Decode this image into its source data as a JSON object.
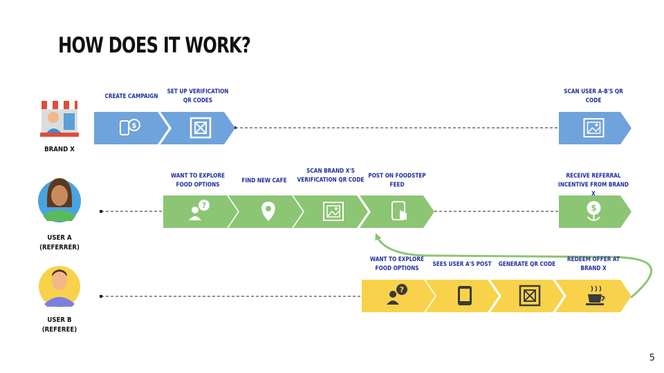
{
  "title": "HOW DOES IT WORK?",
  "page_number": "5",
  "colors": {
    "brand_blue": "#6fa3dc",
    "user_a_green": "#8cc574",
    "user_b_yellow": "#f8d24b",
    "label_blue": "#1f2f9c",
    "icon_white": "#ffffff",
    "icon_dark": "#3a3a3a"
  },
  "actors": {
    "brand": {
      "label": "BRAND X"
    },
    "user_a": {
      "line1": "USER A",
      "line2": "(REFERRER)"
    },
    "user_b": {
      "line1": "USER B",
      "line2": "(REFEREE)"
    }
  },
  "brand_steps": [
    {
      "label": "CREATE CAMPAIGN",
      "icon": "phone-coin-icon"
    },
    {
      "label": "SET UP VERIFICATION QR CODES",
      "icon": "qr-code-icon"
    },
    {
      "label": "SCAN USER A-B'S QR CODE",
      "icon": "qr-scan-image-icon"
    }
  ],
  "user_a_steps": [
    {
      "label": "WANT TO EXPLORE FOOD OPTIONS",
      "icon": "person-question-icon"
    },
    {
      "label": "FIND NEW CAFE",
      "icon": "map-pin-icon"
    },
    {
      "label": "SCAN BRAND  X'S VERIFICATION QR CODE",
      "icon": "qr-scan-image-icon"
    },
    {
      "label": "POST ON FOODSTEP FEED",
      "icon": "phone-tap-icon"
    },
    {
      "label": "RECEIVE REFERRAL INCENTIVE FROM BRAND X",
      "icon": "dollar-plant-icon"
    }
  ],
  "user_b_steps": [
    {
      "label": "WANT TO EXPLORE FOOD OPTIONS",
      "icon": "person-question-icon"
    },
    {
      "label": "SEES USER A'S POST",
      "icon": "tablet-icon"
    },
    {
      "label": "GENERATE QR CODE",
      "icon": "qr-code-icon"
    },
    {
      "label": "REDEEM OFFER AT BRAND X",
      "icon": "coffee-cup-icon"
    }
  ]
}
